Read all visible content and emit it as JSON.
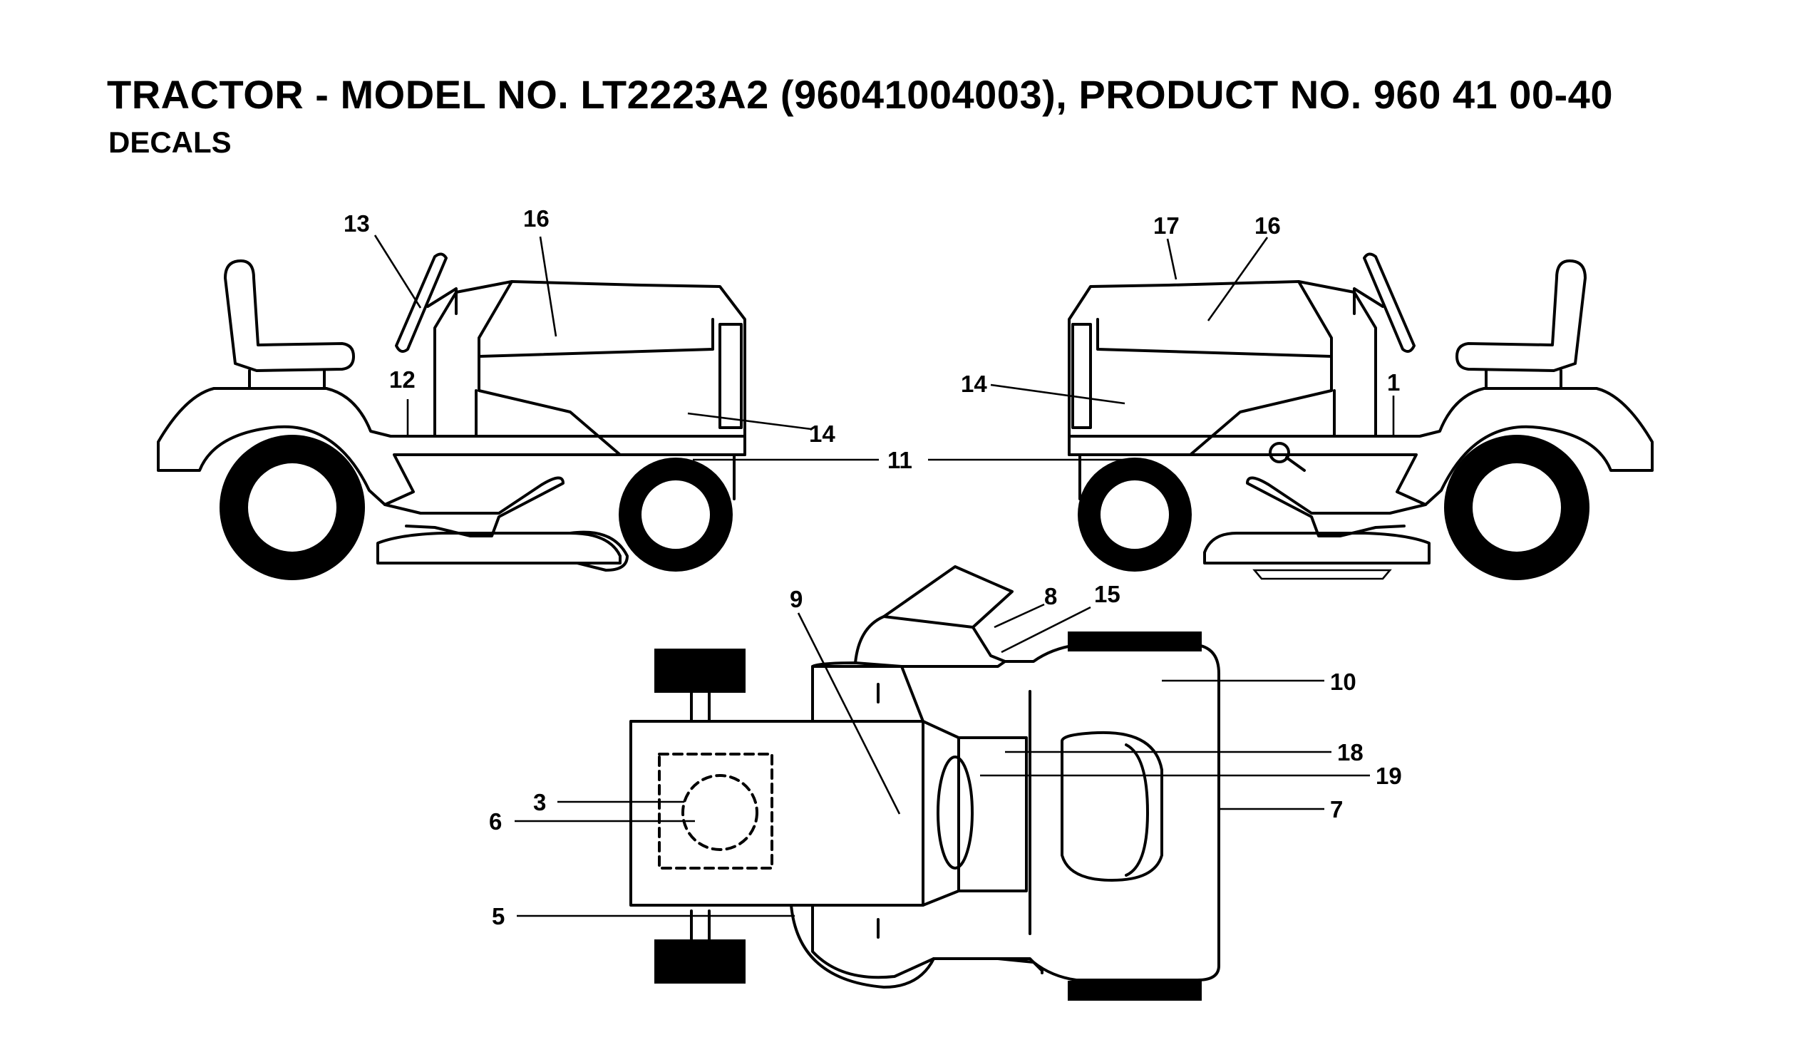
{
  "header": {
    "title": "TRACTOR - MODEL NO. LT2223A2 (96041004003), PRODUCT NO. 960 41 00-40",
    "subtitle": "DECALS"
  },
  "callouts": {
    "c1": "1",
    "c3": "3",
    "c5": "5",
    "c6": "6",
    "c7": "7",
    "c8": "8",
    "c9": "9",
    "c10": "10",
    "c11": "11",
    "c12": "12",
    "c13": "13",
    "c14_left": "14",
    "c14_right": "14",
    "c15": "15",
    "c16_left": "16",
    "c16_right": "16",
    "c17": "17",
    "c18": "18",
    "c19": "19"
  }
}
